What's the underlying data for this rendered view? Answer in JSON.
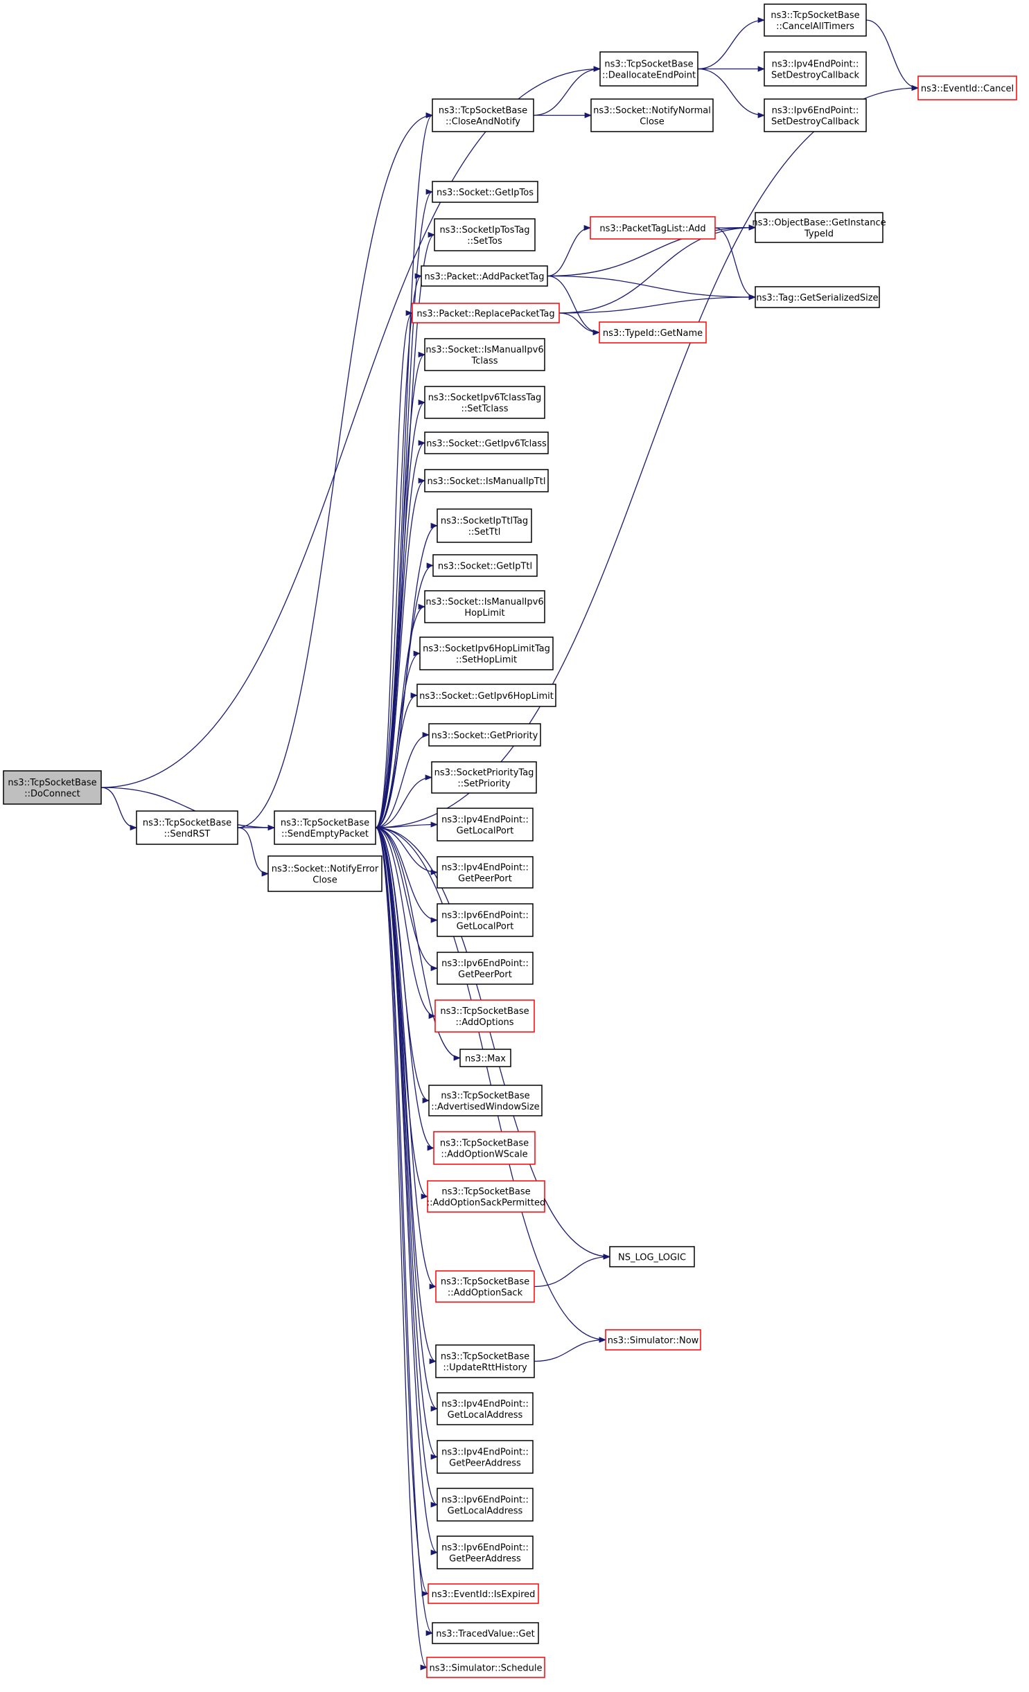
{
  "colors": {
    "edge": "#191970",
    "box_border": "#000000",
    "box_border_incomplete": "#ff0000",
    "root_fill": "#bfbfbf",
    "box_fill": "#ffffff"
  },
  "nodes": [
    {
      "id": "doconnect",
      "lines": [
        "ns3::TcpSocketBase",
        "::DoConnect"
      ],
      "root": true,
      "incomplete": false
    },
    {
      "id": "sendrst",
      "lines": [
        "ns3::TcpSocketBase",
        "::SendRST"
      ],
      "incomplete": false
    },
    {
      "id": "sendemptypacket",
      "lines": [
        "ns3::TcpSocketBase",
        "::SendEmptyPacket"
      ],
      "incomplete": false
    },
    {
      "id": "notifyerrorclose",
      "lines": [
        "ns3::Socket::NotifyError",
        "Close"
      ],
      "incomplete": false
    },
    {
      "id": "closeandnotify",
      "lines": [
        "ns3::TcpSocketBase",
        "::CloseAndNotify"
      ],
      "incomplete": false
    },
    {
      "id": "deallocateendpoint",
      "lines": [
        "ns3::TcpSocketBase",
        "::DeallocateEndPoint"
      ],
      "incomplete": false
    },
    {
      "id": "notifynormalclose",
      "lines": [
        "ns3::Socket::NotifyNormal",
        "Close"
      ],
      "incomplete": false
    },
    {
      "id": "cancelalltimers",
      "lines": [
        "ns3::TcpSocketBase",
        "::CancelAllTimers"
      ],
      "incomplete": false
    },
    {
      "id": "ipv4setdestroy",
      "lines": [
        "ns3::Ipv4EndPoint::",
        "SetDestroyCallback"
      ],
      "incomplete": false
    },
    {
      "id": "ipv6setdestroy",
      "lines": [
        "ns3::Ipv6EndPoint::",
        "SetDestroyCallback"
      ],
      "incomplete": false
    },
    {
      "id": "eventidcancel",
      "lines": [
        "ns3::EventId::Cancel"
      ],
      "incomplete": true
    },
    {
      "id": "getiptos",
      "lines": [
        "ns3::Socket::GetIpTos"
      ],
      "incomplete": false
    },
    {
      "id": "settos",
      "lines": [
        "ns3::SocketIpTosTag",
        "::SetTos"
      ],
      "incomplete": false
    },
    {
      "id": "addpackettag",
      "lines": [
        "ns3::Packet::AddPacketTag"
      ],
      "incomplete": false
    },
    {
      "id": "replacepackettag",
      "lines": [
        "ns3::Packet::ReplacePacketTag"
      ],
      "incomplete": true
    },
    {
      "id": "packettaglistadd",
      "lines": [
        "ns3::PacketTagList::Add"
      ],
      "incomplete": true
    },
    {
      "id": "getinstancetypeid",
      "lines": [
        "ns3::ObjectBase::GetInstance",
        "TypeId"
      ],
      "incomplete": false
    },
    {
      "id": "getserializedsize",
      "lines": [
        "ns3::Tag::GetSerializedSize"
      ],
      "incomplete": false
    },
    {
      "id": "typeidgetname",
      "lines": [
        "ns3::TypeId::GetName"
      ],
      "incomplete": true
    },
    {
      "id": "ismanualipv6tclass",
      "lines": [
        "ns3::Socket::IsManualIpv6",
        "Tclass"
      ],
      "incomplete": false
    },
    {
      "id": "settclass",
      "lines": [
        "ns3::SocketIpv6TclassTag",
        "::SetTclass"
      ],
      "incomplete": false
    },
    {
      "id": "getipv6tclass",
      "lines": [
        "ns3::Socket::GetIpv6Tclass"
      ],
      "incomplete": false
    },
    {
      "id": "ismanualipttl",
      "lines": [
        "ns3::Socket::IsManualIpTtl"
      ],
      "incomplete": false
    },
    {
      "id": "setttl",
      "lines": [
        "ns3::SocketIpTtlTag",
        "::SetTtl"
      ],
      "incomplete": false
    },
    {
      "id": "getipttl",
      "lines": [
        "ns3::Socket::GetIpTtl"
      ],
      "incomplete": false
    },
    {
      "id": "ismanualipv6hoplimit",
      "lines": [
        "ns3::Socket::IsManualIpv6",
        "HopLimit"
      ],
      "incomplete": false
    },
    {
      "id": "sethoplimit",
      "lines": [
        "ns3::SocketIpv6HopLimitTag",
        "::SetHopLimit"
      ],
      "incomplete": false
    },
    {
      "id": "getipv6hoplimit",
      "lines": [
        "ns3::Socket::GetIpv6HopLimit"
      ],
      "incomplete": false
    },
    {
      "id": "getpriority",
      "lines": [
        "ns3::Socket::GetPriority"
      ],
      "incomplete": false
    },
    {
      "id": "setpriority",
      "lines": [
        "ns3::SocketPriorityTag",
        "::SetPriority"
      ],
      "incomplete": false
    },
    {
      "id": "ipv4getlocalport",
      "lines": [
        "ns3::Ipv4EndPoint::",
        "GetLocalPort"
      ],
      "incomplete": false
    },
    {
      "id": "ipv4getpeerport",
      "lines": [
        "ns3::Ipv4EndPoint::",
        "GetPeerPort"
      ],
      "incomplete": false
    },
    {
      "id": "ipv6getlocalport",
      "lines": [
        "ns3::Ipv6EndPoint::",
        "GetLocalPort"
      ],
      "incomplete": false
    },
    {
      "id": "ipv6getpeerport",
      "lines": [
        "ns3::Ipv6EndPoint::",
        "GetPeerPort"
      ],
      "incomplete": false
    },
    {
      "id": "addoptions",
      "lines": [
        "ns3::TcpSocketBase",
        "::AddOptions"
      ],
      "incomplete": true
    },
    {
      "id": "max",
      "lines": [
        "ns3::Max"
      ],
      "incomplete": false
    },
    {
      "id": "advertisedwindowsize",
      "lines": [
        "ns3::TcpSocketBase",
        "::AdvertisedWindowSize"
      ],
      "incomplete": false
    },
    {
      "id": "addoptionwscale",
      "lines": [
        "ns3::TcpSocketBase",
        "::AddOptionWScale"
      ],
      "incomplete": true
    },
    {
      "id": "addoptionsackpermitted",
      "lines": [
        "ns3::TcpSocketBase",
        "::AddOptionSackPermitted"
      ],
      "incomplete": true
    },
    {
      "id": "nsloglogic",
      "lines": [
        "NS_LOG_LOGIC"
      ],
      "incomplete": false
    },
    {
      "id": "addoptionsack",
      "lines": [
        "ns3::TcpSocketBase",
        "::AddOptionSack"
      ],
      "incomplete": true
    },
    {
      "id": "simulatornow",
      "lines": [
        "ns3::Simulator::Now"
      ],
      "incomplete": true
    },
    {
      "id": "updaterttHistory",
      "lines": [
        "ns3::TcpSocketBase",
        "::UpdateRttHistory"
      ],
      "incomplete": false
    },
    {
      "id": "ipv4getlocaladdress",
      "lines": [
        "ns3::Ipv4EndPoint::",
        "GetLocalAddress"
      ],
      "incomplete": false
    },
    {
      "id": "ipv4getpeeraddress",
      "lines": [
        "ns3::Ipv4EndPoint::",
        "GetPeerAddress"
      ],
      "incomplete": false
    },
    {
      "id": "ipv6getlocaladdress",
      "lines": [
        "ns3::Ipv6EndPoint::",
        "GetLocalAddress"
      ],
      "incomplete": false
    },
    {
      "id": "ipv6getpeeraddress",
      "lines": [
        "ns3::Ipv6EndPoint::",
        "GetPeerAddress"
      ],
      "incomplete": false
    },
    {
      "id": "isexpired",
      "lines": [
        "ns3::EventId::IsExpired"
      ],
      "incomplete": true
    },
    {
      "id": "tracedvalueget",
      "lines": [
        "ns3::TracedValue::Get"
      ],
      "incomplete": false
    },
    {
      "id": "simulatorschedule",
      "lines": [
        "ns3::Simulator::Schedule"
      ],
      "incomplete": true
    }
  ],
  "edges": [
    [
      "doconnect",
      "sendrst"
    ],
    [
      "doconnect",
      "sendemptypacket"
    ],
    [
      "doconnect",
      "deallocateendpoint"
    ],
    [
      "sendrst",
      "sendemptypacket"
    ],
    [
      "sendrst",
      "notifyerrorclose"
    ],
    [
      "sendrst",
      "closeandnotify"
    ],
    [
      "closeandnotify",
      "deallocateendpoint"
    ],
    [
      "closeandnotify",
      "notifynormalclose"
    ],
    [
      "deallocateendpoint",
      "cancelalltimers"
    ],
    [
      "deallocateendpoint",
      "ipv4setdestroy"
    ],
    [
      "deallocateendpoint",
      "ipv6setdestroy"
    ],
    [
      "cancelalltimers",
      "eventidcancel"
    ],
    [
      "sendemptypacket",
      "closeandnotify"
    ],
    [
      "sendemptypacket",
      "eventidcancel"
    ],
    [
      "sendemptypacket",
      "getiptos"
    ],
    [
      "sendemptypacket",
      "settos"
    ],
    [
      "sendemptypacket",
      "addpackettag"
    ],
    [
      "sendemptypacket",
      "replacepackettag"
    ],
    [
      "sendemptypacket",
      "ismanualipv6tclass"
    ],
    [
      "sendemptypacket",
      "settclass"
    ],
    [
      "sendemptypacket",
      "getipv6tclass"
    ],
    [
      "sendemptypacket",
      "ismanualipttl"
    ],
    [
      "sendemptypacket",
      "setttl"
    ],
    [
      "sendemptypacket",
      "getipttl"
    ],
    [
      "sendemptypacket",
      "ismanualipv6hoplimit"
    ],
    [
      "sendemptypacket",
      "sethoplimit"
    ],
    [
      "sendemptypacket",
      "getipv6hoplimit"
    ],
    [
      "sendemptypacket",
      "getpriority"
    ],
    [
      "sendemptypacket",
      "setpriority"
    ],
    [
      "sendemptypacket",
      "ipv4getlocalport"
    ],
    [
      "sendemptypacket",
      "ipv4getpeerport"
    ],
    [
      "sendemptypacket",
      "ipv6getlocalport"
    ],
    [
      "sendemptypacket",
      "ipv6getpeerport"
    ],
    [
      "sendemptypacket",
      "addoptions"
    ],
    [
      "sendemptypacket",
      "max"
    ],
    [
      "sendemptypacket",
      "advertisedwindowsize"
    ],
    [
      "sendemptypacket",
      "addoptionwscale"
    ],
    [
      "sendemptypacket",
      "addoptionsackpermitted"
    ],
    [
      "sendemptypacket",
      "nsloglogic"
    ],
    [
      "sendemptypacket",
      "addoptionsack"
    ],
    [
      "sendemptypacket",
      "simulatornow"
    ],
    [
      "sendemptypacket",
      "updaterttHistory"
    ],
    [
      "sendemptypacket",
      "ipv4getlocaladdress"
    ],
    [
      "sendemptypacket",
      "ipv4getpeeraddress"
    ],
    [
      "sendemptypacket",
      "ipv6getlocaladdress"
    ],
    [
      "sendemptypacket",
      "ipv6getpeeraddress"
    ],
    [
      "sendemptypacket",
      "isexpired"
    ],
    [
      "sendemptypacket",
      "tracedvalueget"
    ],
    [
      "sendemptypacket",
      "simulatorschedule"
    ],
    [
      "addpackettag",
      "packettaglistadd"
    ],
    [
      "addpackettag",
      "getinstancetypeid"
    ],
    [
      "addpackettag",
      "getserializedsize"
    ],
    [
      "addpackettag",
      "typeidgetname"
    ],
    [
      "replacepackettag",
      "getinstancetypeid"
    ],
    [
      "replacepackettag",
      "typeidgetname"
    ],
    [
      "replacepackettag",
      "getserializedsize"
    ],
    [
      "packettaglistadd",
      "getinstancetypeid"
    ],
    [
      "packettaglistadd",
      "getserializedsize"
    ],
    [
      "addoptionsack",
      "nsloglogic"
    ],
    [
      "updaterttHistory",
      "simulatornow"
    ]
  ]
}
